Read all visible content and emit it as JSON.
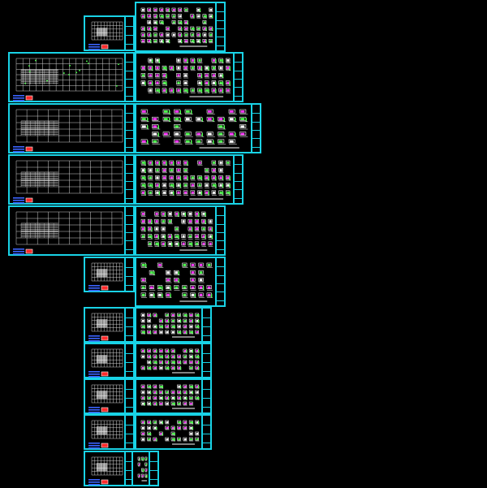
{
  "colors": {
    "background": "#000000",
    "sheet_border": "#19d3e6",
    "grid_line": "#cfcfcf",
    "detail_magenta": "#ff35ff",
    "detail_green": "#4dff4d",
    "detail_white": "#ffffff",
    "legend_blue": "#3b63ff",
    "legend_red": "#ff2a2a"
  },
  "sheets": {
    "left_column": [
      {
        "kind": "plan-small"
      },
      {
        "kind": "plan-large"
      },
      {
        "kind": "plan-large"
      },
      {
        "kind": "plan-large"
      },
      {
        "kind": "plan-large"
      },
      {
        "kind": "plan-small"
      },
      {
        "kind": "plan-small"
      },
      {
        "kind": "plan-small"
      },
      {
        "kind": "plan-small"
      },
      {
        "kind": "plan-small"
      },
      {
        "kind": "plan-small"
      }
    ],
    "right_column": [
      {
        "kind": "detail"
      },
      {
        "kind": "detail"
      },
      {
        "kind": "detail-wide"
      },
      {
        "kind": "detail"
      },
      {
        "kind": "detail"
      },
      {
        "kind": "detail"
      },
      {
        "kind": "detail"
      },
      {
        "kind": "detail"
      },
      {
        "kind": "detail"
      },
      {
        "kind": "detail"
      },
      {
        "kind": "detail-small"
      }
    ]
  }
}
